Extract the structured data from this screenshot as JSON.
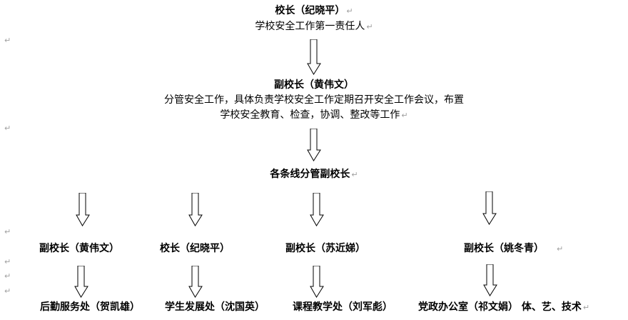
{
  "principal": {
    "title": "校长（纪晓平）",
    "role": "学校安全工作第一责任人"
  },
  "vice_principal": {
    "title": "副校长（黄伟文）",
    "duty_line1": "分管安全工作，具体负责学校安全工作定期召开安全工作会议，布置",
    "duty_line2": "学校安全教育、检查，协调、整改等工作"
  },
  "branch_header": "各条线分管副校长",
  "leaders": [
    "副校长（黄伟文）",
    "校长（纪晓平）",
    "副校长（苏近娣）",
    "副校长（姚冬青）"
  ],
  "departments": [
    "后勤服务处（贺凯雄）",
    "学生发展处（沈国英）",
    "课程教学处（刘军彪）",
    "党政办公室（祁文娟）  体、艺、技术"
  ],
  "paragraph_mark": "↵"
}
